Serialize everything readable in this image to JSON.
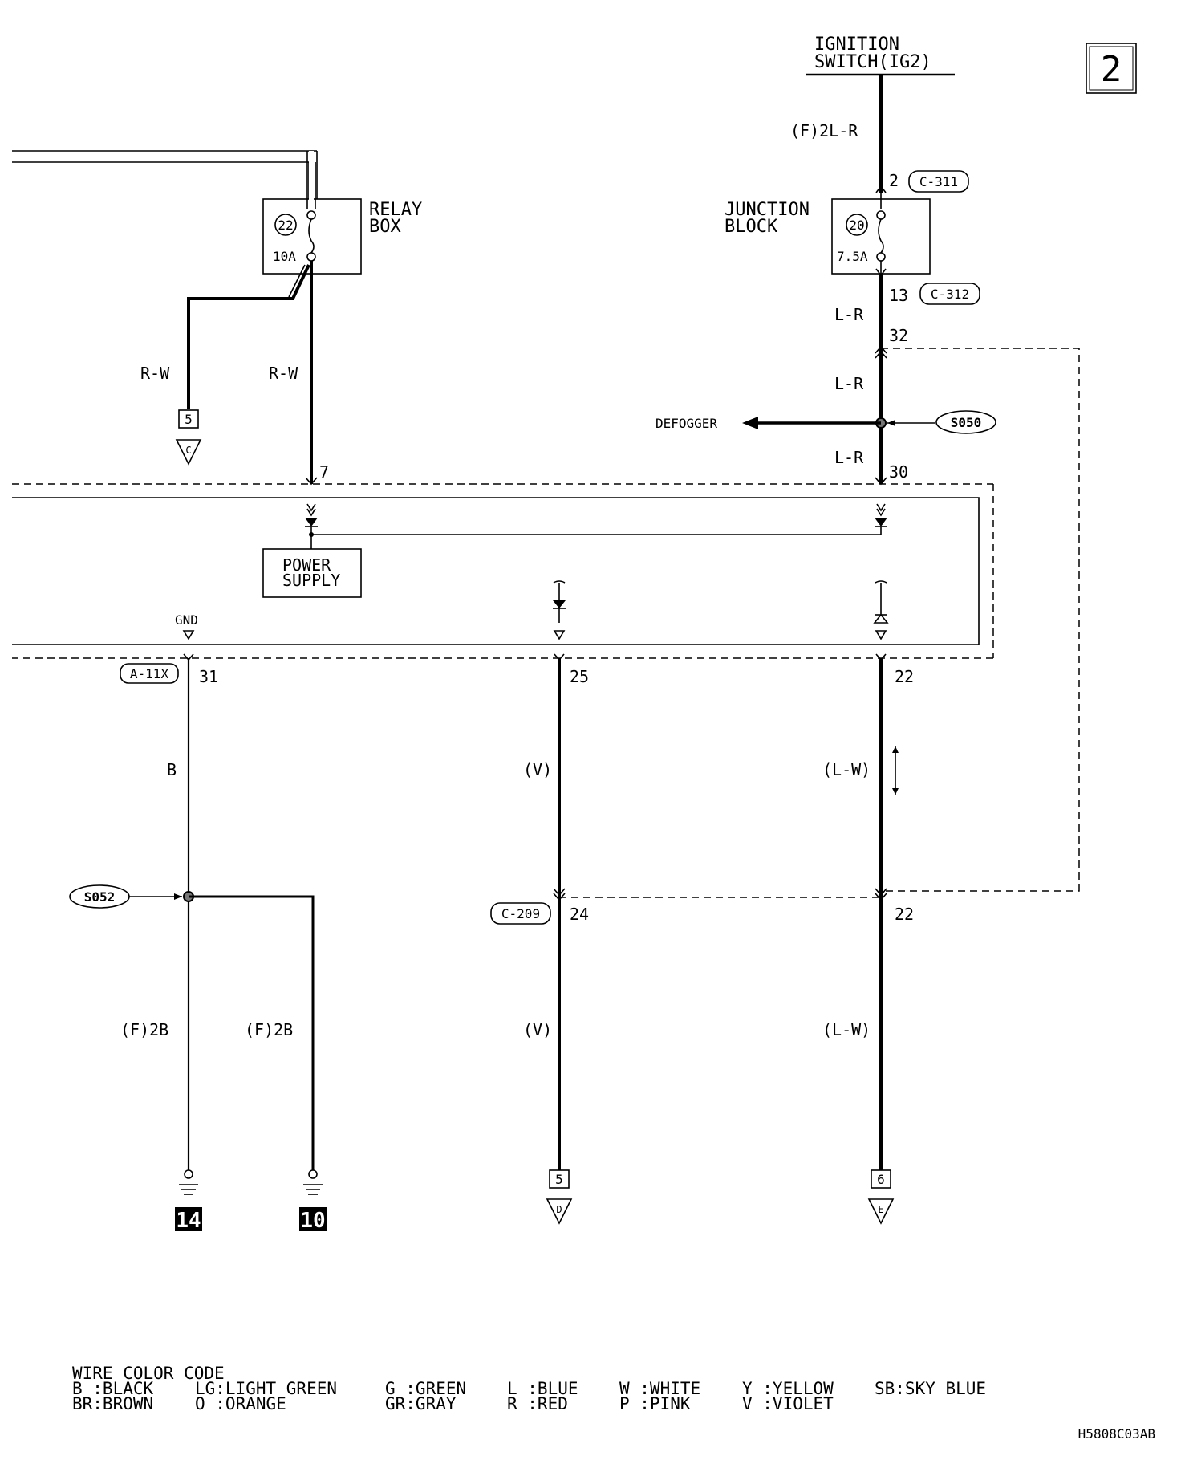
{
  "page_number": "2",
  "drawing_code": "H5808C03AB",
  "ignition": {
    "line1": "IGNITION",
    "line2": "SWITCH(IG2)",
    "wire": "(F)2L-R"
  },
  "junction_block": {
    "line1": "JUNCTION",
    "line2": "BLOCK",
    "fuse_no": "20",
    "fuse_rating": "7.5A",
    "pin_in": "2",
    "conn_in": "C-311",
    "pin_out": "13",
    "conn_out": "C-312"
  },
  "relay_box": {
    "line1": "RELAY",
    "line2": "BOX",
    "fuse_no": "22",
    "fuse_rating": "10A"
  },
  "wires": {
    "rw_left": "R-W",
    "rw_right": "R-W",
    "lr_1": "L-R",
    "lr_2": "L-R",
    "lr_3": "L-R",
    "b": "B",
    "v_upper": "(V)",
    "v_lower": "(V)",
    "lw_upper": "(L-W)",
    "lw_lower": "(L-W)",
    "f2b_left": "(F)2B",
    "f2b_right": "(F)2B"
  },
  "pins": {
    "p32": "32",
    "p30": "30",
    "p7": "7",
    "p31": "31",
    "p25": "25",
    "p22a": "22",
    "p24": "24",
    "p22b": "22"
  },
  "connectors": {
    "a11x": "A-11X",
    "c209": "C-209"
  },
  "splices": {
    "s050": "S050",
    "s052": "S052"
  },
  "defogger": "DEFOGGER",
  "gnd": "GND",
  "power_supply": {
    "line1": "POWER",
    "line2": "SUPPLY"
  },
  "refs": {
    "c_num": "5",
    "c_letter": "C",
    "d_num": "5",
    "d_letter": "D",
    "e_num": "6",
    "e_letter": "E"
  },
  "grounds": {
    "g14": "14",
    "g10": "10"
  },
  "legend": {
    "title": "WIRE COLOR CODE",
    "b": "B :BLACK",
    "br": "BR:BROWN",
    "lg": "LG:LIGHT GREEN",
    "o": "O :ORANGE",
    "g": "G :GREEN",
    "gr": "GR:GRAY",
    "l": "L :BLUE",
    "r": "R :RED",
    "w": "W :WHITE",
    "p": "P :PINK",
    "y": "Y :YELLOW",
    "v": "V :VIOLET",
    "sb": "SB:SKY BLUE"
  }
}
